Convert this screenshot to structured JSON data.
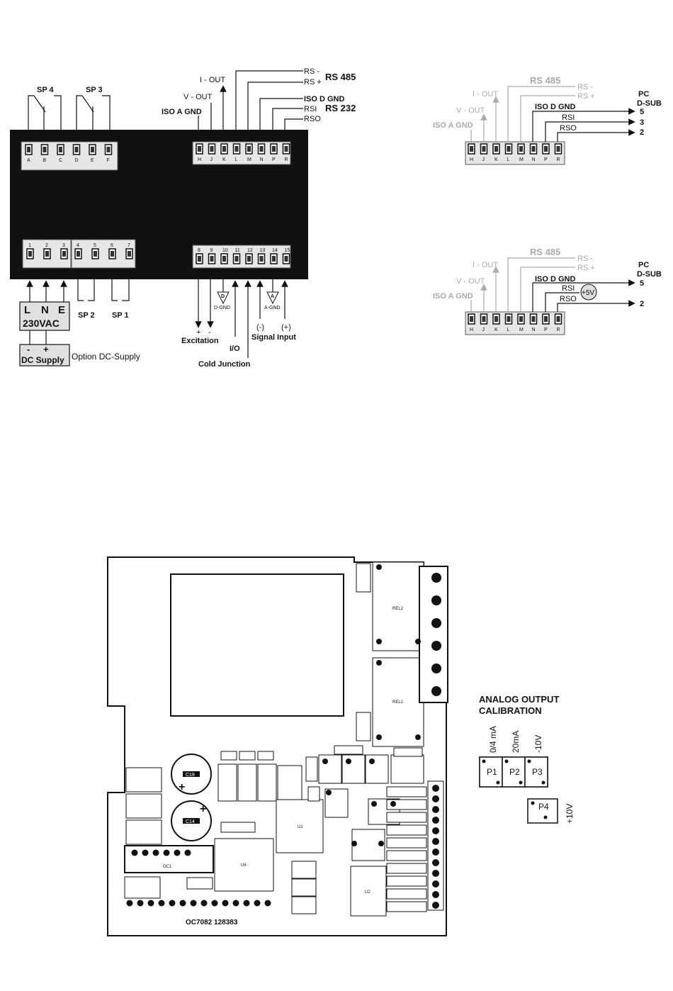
{
  "main_wiring": {
    "relay_top": {
      "sp4": "SP 4",
      "sp3": "SP 3",
      "letters": [
        "A",
        "B",
        "C",
        "D",
        "E",
        "F"
      ]
    },
    "comm_block": {
      "letters": [
        "H",
        "J",
        "K",
        "L",
        "M",
        "N",
        "P",
        "R"
      ],
      "i_out": "I - OUT",
      "v_out": "V - OUT",
      "iso_a_gnd": "ISO A GND",
      "rs_minus": "RS -",
      "rs_plus": "RS +",
      "rs485": "RS 485",
      "iso_d_gnd": "ISO D GND",
      "rsi": "RSI",
      "rs232": "RS 232",
      "rso": "RSO"
    },
    "power_block": {
      "numbers": [
        "1",
        "2",
        "3"
      ],
      "l": "L",
      "n": "N",
      "e": "E",
      "voltage": "230VAC",
      "dc_minus": "-",
      "dc_plus": "+",
      "dc_supply": "DC Supply",
      "dc_option": "Option DC-Supply"
    },
    "relay_bottom": {
      "numbers": [
        "4",
        "5",
        "6",
        "7"
      ],
      "sp2": "SP 2",
      "sp1": "SP 1"
    },
    "signal_block": {
      "numbers": [
        "8",
        "9",
        "10",
        "11",
        "12",
        "13",
        "14",
        "15"
      ],
      "plus": "+",
      "minus": "-",
      "d": "D",
      "d_gnd": "D-GND",
      "a": "A",
      "a_gnd": "A-GND",
      "excitation": "Excitation",
      "io": "I/O",
      "cold_junction": "Cold Junction",
      "neg": "(-)",
      "pos": "(+)",
      "signal_input": "Signal Input"
    }
  },
  "pc_diagram_1": {
    "letters": [
      "H",
      "J",
      "K",
      "L",
      "M",
      "N",
      "P",
      "R"
    ],
    "rs485": "RS 485",
    "rs_minus": "RS -",
    "rs_plus": "RS +",
    "i_out": "I - OUT",
    "v_out": "V - OUT",
    "iso_a_gnd": "ISO A GND",
    "iso_d_gnd": "ISO D GND",
    "rsi": "RSI",
    "rso": "RSO",
    "pc": "PC",
    "dsub": "D-SUB",
    "pins": [
      "5",
      "3",
      "2"
    ]
  },
  "pc_diagram_2": {
    "letters": [
      "H",
      "J",
      "K",
      "L",
      "M",
      "N",
      "P",
      "R"
    ],
    "rs485": "RS 485",
    "rs_minus": "RS -",
    "rs_plus": "RS +",
    "i_out": "I - OUT",
    "v_out": "V - OUT",
    "iso_a_gnd": "ISO A GND",
    "iso_d_gnd": "ISO D GND",
    "rsi": "RSI",
    "rso": "RSO",
    "v5": "+5V",
    "pc": "PC",
    "dsub": "D-SUB",
    "pins": [
      "5",
      "2"
    ]
  },
  "pcb": {
    "label": "OC7082 128383",
    "components": {
      "c18": "C18",
      "c14": "C14",
      "rel1": "REL1",
      "rel2": "REL2",
      "u1": "U1",
      "u2": "U2",
      "u6": "U6",
      "oc1": "OC1"
    }
  },
  "calibration": {
    "title_line1": "ANALOG OUTPUT",
    "title_line2": "CALIBRATION",
    "range1": "0/4 mA",
    "range2": "20mA",
    "range3": "-10V",
    "range4": "+10V",
    "p1": "P1",
    "p2": "P2",
    "p3": "P3",
    "p4": "P4"
  }
}
